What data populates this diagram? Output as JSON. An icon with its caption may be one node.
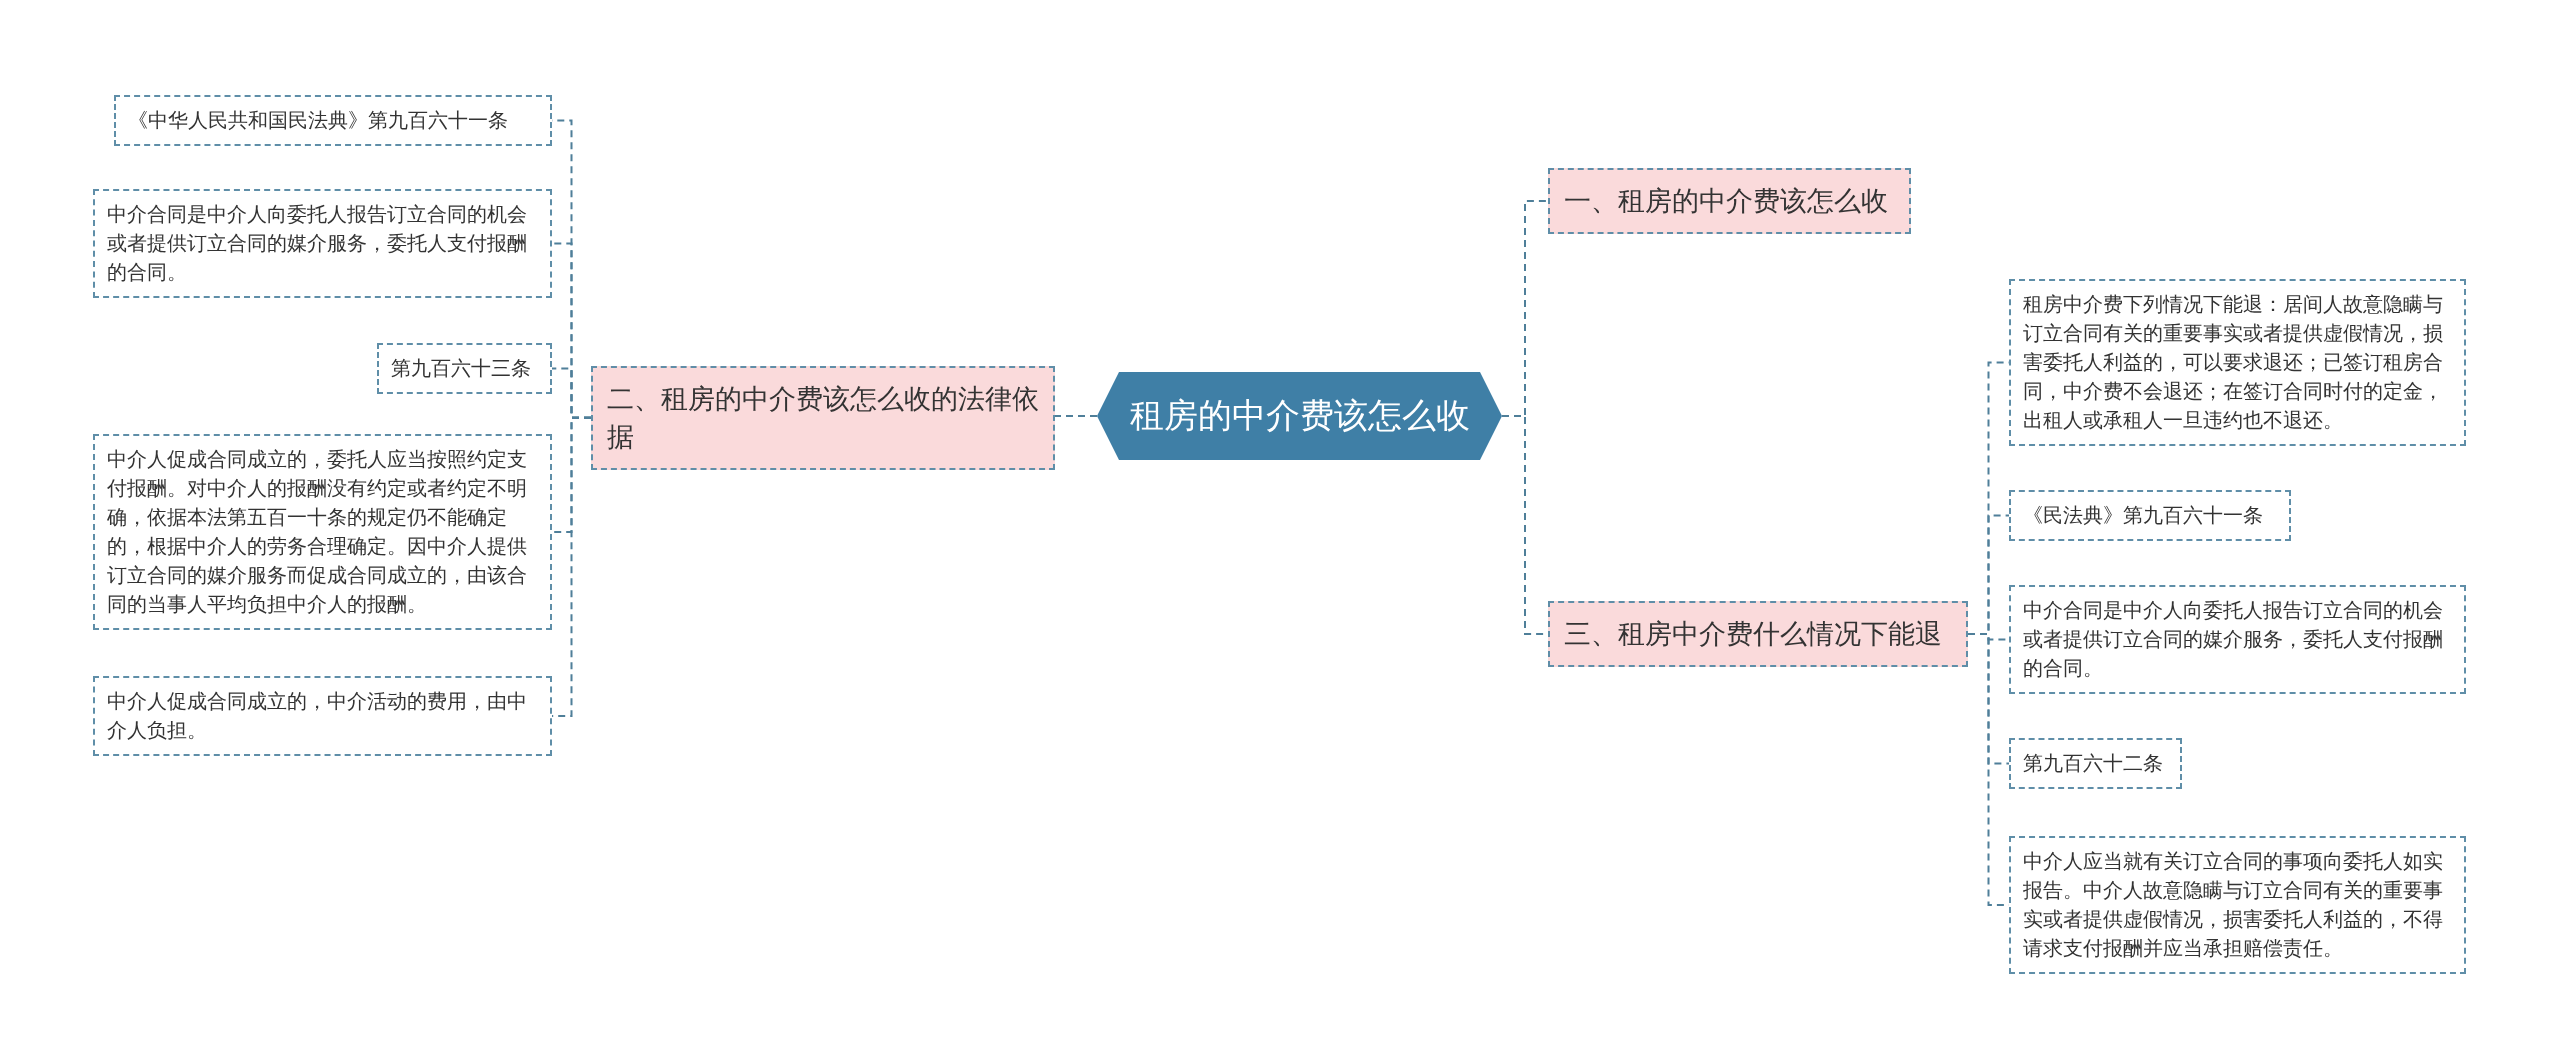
{
  "diagram": {
    "nodes": [
      {
        "text": [
          "租房的中介费该怎么收"
        ]
      },
      {
        "text": [
          "二、租房的中介费该怎么收的法律依据"
        ]
      },
      {
        "text": [
          "《中华人民共和国民法典》第九百六十一条"
        ]
      },
      {
        "text": [
          "中介合同是中介人向委托人报告订立合同的机会或者提供订立合同的媒介服务，委托人支付报酬的合同。"
        ]
      },
      {
        "text": [
          "第九百六十三条"
        ]
      },
      {
        "text": [
          "中介人促成合同成立的，委托人应当按照约定支付报酬。对中介人的报酬没有约定或者约定不明确，依据本法第五百一十条的规定仍不能确定的，根据中介人的劳务合理确定。因中介人提供订立合同的媒介服务而促成合同成立的，由该合同的当事人平均负担中介人的报酬。"
        ]
      },
      {
        "text": [
          "中介人促成合同成立的，中介活动的费用，由中介人负担。"
        ]
      },
      {
        "text": [
          "一、租房的中介费该怎么收"
        ]
      },
      {
        "text": [
          "三、租房中介费什么情况下能退"
        ]
      },
      {
        "text": [
          "租房中介费下列情况下能退：居间人故意隐瞒与订立合同有关的重要事实或者提供虚假情况，损害委托人利益的，可以要求退还；已签订租房合同，中介费不会退还；在签订合同时付的定金，出租人或承租人一旦违约也不退还。"
        ]
      },
      {
        "text": [
          "《民法典》第九百六十一条"
        ]
      },
      {
        "text": [
          "中介合同是中介人向委托人报告订立合同的机会或者提供订立合同的媒介服务，委托人支付报酬的合同。"
        ]
      },
      {
        "text": [
          "第九百六十二条"
        ]
      },
      {
        "text": [
          "中介人应当就有关订立合同的事项向委托人如实报告。中介人故意隐瞒与订立合同有关的重要事实或者提供虚假情况，损害委托人利益的，不得请求支付报酬并应当承担赔偿责任。"
        ]
      }
    ],
    "edges": [
      {
        "from": 0,
        "to": 1,
        "arrow": "none"
      },
      {
        "from": 1,
        "to": 2,
        "arrow": "none"
      },
      {
        "from": 1,
        "to": 3,
        "arrow": "none"
      },
      {
        "from": 1,
        "to": 4,
        "arrow": "none"
      },
      {
        "from": 1,
        "to": 5,
        "arrow": "none"
      },
      {
        "from": 1,
        "to": 6,
        "arrow": "none"
      },
      {
        "from": 0,
        "to": 7,
        "arrow": "none"
      },
      {
        "from": 0,
        "to": 8,
        "arrow": "none"
      },
      {
        "from": 8,
        "to": 9,
        "arrow": "none"
      },
      {
        "from": 8,
        "to": 10,
        "arrow": "none"
      },
      {
        "from": 8,
        "to": 11,
        "arrow": "none"
      },
      {
        "from": 8,
        "to": 12,
        "arrow": "none"
      },
      {
        "from": 8,
        "to": 13,
        "arrow": "none"
      }
    ]
  }
}
